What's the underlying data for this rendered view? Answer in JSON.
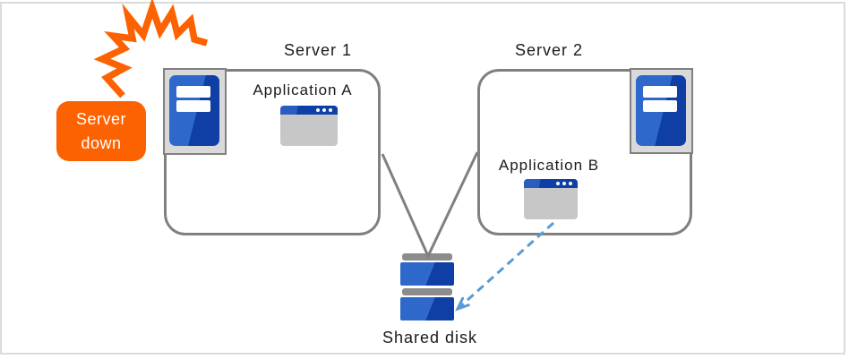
{
  "diagram": {
    "alert": {
      "line1": "Server",
      "line2": "down"
    },
    "nodes": {
      "server1": "Server 1",
      "server2": "Server 2",
      "app_a": "Application A",
      "app_b": "Application B",
      "shared_disk": "Shared disk"
    }
  },
  "icons": {
    "server-icon": "blue tower server with two white drive bays on gray rack panel",
    "app-window-icon": "application window, blue title bar with three white dots",
    "shared-disk-icon": "two stacked blue disk units with gray caps",
    "crash-burst-icon": "orange jagged impact burst",
    "dashed-arrow-icon": "blue dashed arrow with open head",
    "connector-lines": "gray V lines joining both servers to shared disk"
  },
  "colors": {
    "accent_orange": "#FC6202",
    "box_border": "#808080",
    "panel_fill": "#D9D9D9",
    "server_blue_light": "#2E68CA",
    "server_blue_dark": "#0F3FA4",
    "window_body": "#C7C7C7",
    "window_titlebar": "#0D3FA6",
    "disk_bar": "#8C8C8C",
    "arrow_blue": "#5B9BD5",
    "canvas_border": "#DBDBDB"
  }
}
